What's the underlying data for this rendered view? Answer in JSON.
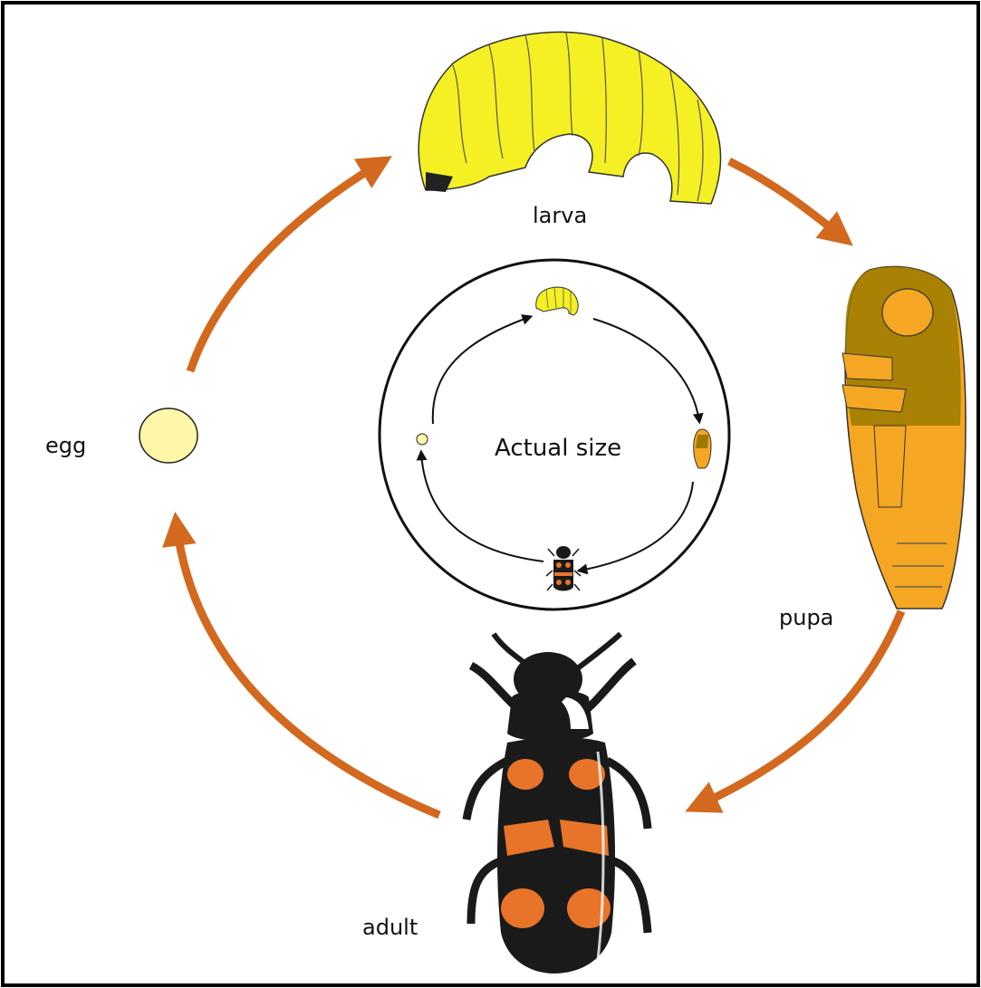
{
  "labels": {
    "larva": "larva",
    "pupa": "pupa",
    "adult": "adult",
    "egg": "egg",
    "center": "Actual size"
  },
  "colors": {
    "arrow": "#d2691e",
    "larva_fill": "#f4f024",
    "egg_fill": "#fff7a8",
    "pupa_light": "#f5a623",
    "pupa_dark": "#8a6a00",
    "beetle_black": "#1a1a1a",
    "beetle_orange": "#e8742a",
    "frame": "#000000"
  },
  "stages": [
    "egg",
    "larva",
    "pupa",
    "adult"
  ]
}
